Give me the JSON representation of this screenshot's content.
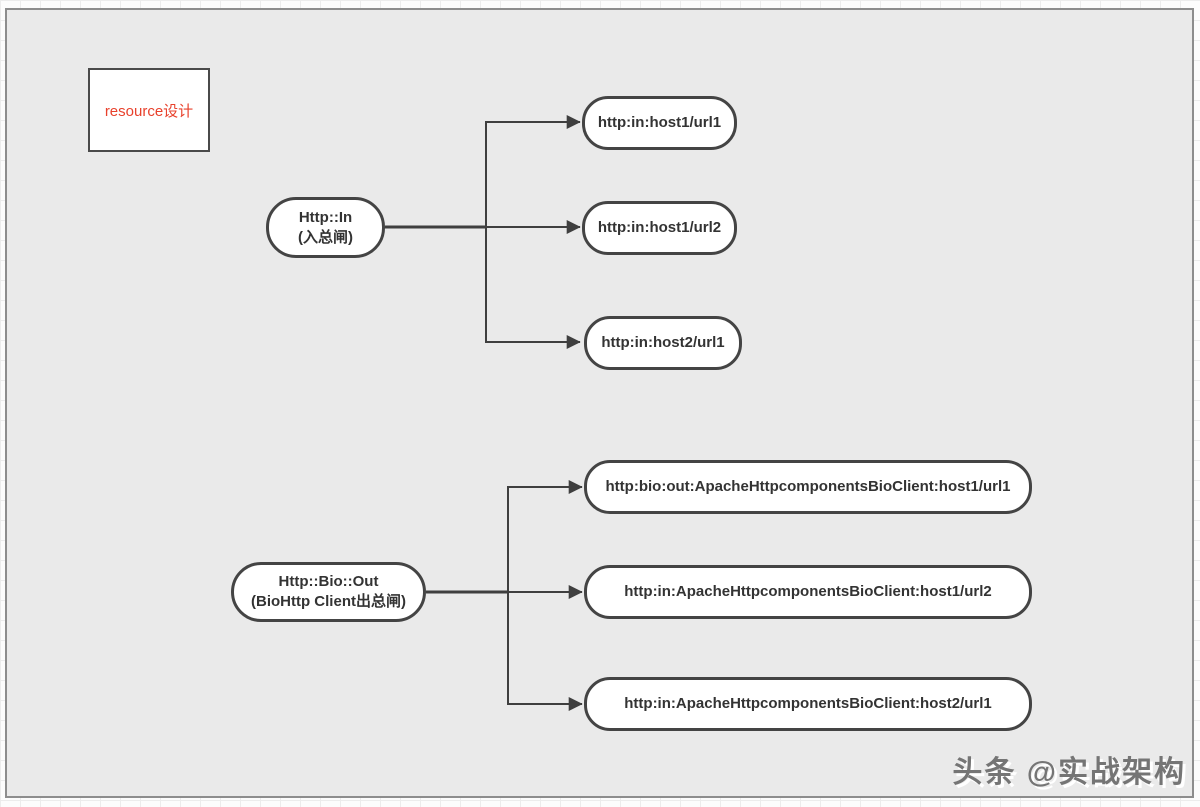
{
  "diagram": {
    "legend": {
      "label": "resource设计"
    },
    "groups": [
      {
        "source": {
          "title": "Http::In",
          "subtitle": "(入总闸)"
        },
        "targets": [
          "http:in:host1/url1",
          "http:in:host1/url2",
          "http:in:host2/url1"
        ]
      },
      {
        "source": {
          "title": "Http::Bio::Out",
          "subtitle": "(BioHttp Client出总闸)"
        },
        "targets": [
          "http:bio:out:ApacheHttpcomponentsBioClient:host1/url1",
          "http:in:ApacheHttpcomponentsBioClient:host1/url2",
          "http:in:ApacheHttpcomponentsBioClient:host2/url1"
        ]
      }
    ],
    "watermark": "头条 @实战架构",
    "colors": {
      "legend_text": "#e8412c",
      "node_border": "#444444",
      "node_fill": "#ffffff",
      "node_text": "#333333",
      "connector": "#3f3f3f",
      "canvas_fill": "#eaeaea",
      "canvas_border": "#8d8d8d",
      "watermark_text": "#757575"
    }
  }
}
